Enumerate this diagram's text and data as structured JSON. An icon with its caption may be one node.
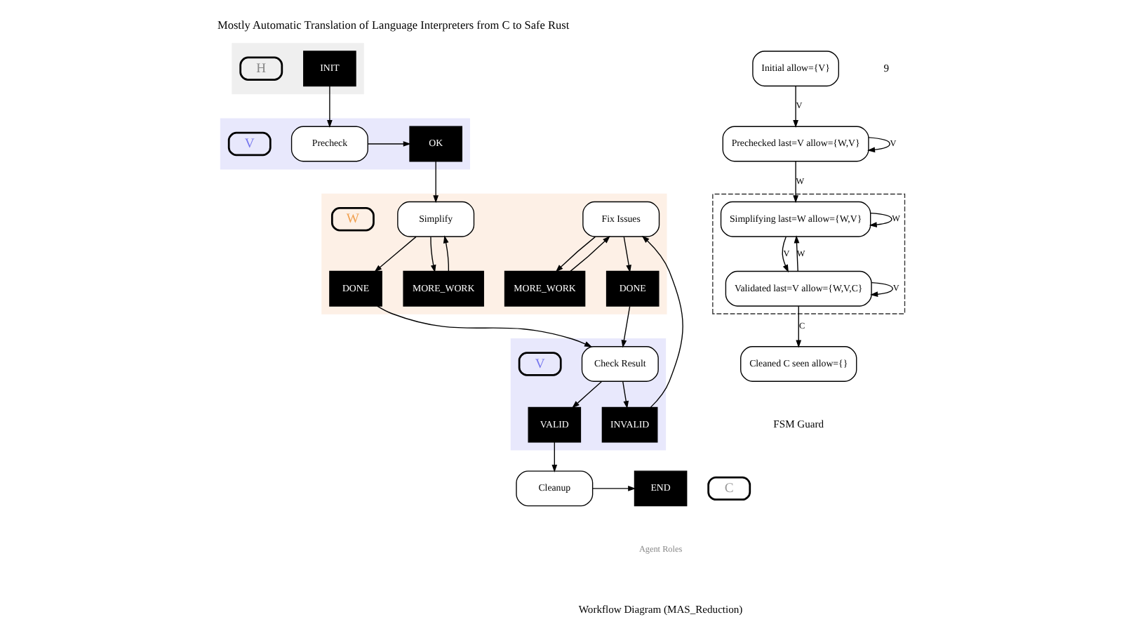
{
  "diagram": {
    "title": "Mostly Automatic Translation of Language Interpreters from C to Safe Rust",
    "nodes": [
      {
        "text": [],
        "shape": "band"
      },
      {
        "text": [
          "INIT"
        ],
        "in": 0
      },
      {
        "text": [
          "H"
        ],
        "in": 0
      },
      {
        "text": [],
        "shape": "band"
      },
      {
        "text": [
          "Precheck"
        ],
        "in": 3
      },
      {
        "text": [
          "OK"
        ],
        "in": 3
      },
      {
        "text": [
          "V"
        ],
        "in": 3
      },
      {
        "text": [],
        "shape": "band"
      },
      {
        "text": [
          "Simplify"
        ],
        "in": 7
      },
      {
        "text": [
          "MORE_WORK"
        ],
        "in": 7
      },
      {
        "text": [
          "DONE"
        ],
        "in": 7
      },
      {
        "text": [
          "Fix Issues"
        ],
        "in": 7
      },
      {
        "text": [
          "MORE_WORK"
        ],
        "in": 7
      },
      {
        "text": [
          "DONE"
        ],
        "in": 7
      },
      {
        "text": [
          "W"
        ],
        "in": 7
      },
      {
        "text": [],
        "shape": "band"
      },
      {
        "text": [
          "Check Result"
        ],
        "in": 15
      },
      {
        "text": [
          "INVALID"
        ],
        "in": 15
      },
      {
        "text": [
          "VALID"
        ],
        "in": 15
      },
      {
        "text": [
          "V"
        ],
        "in": 15
      },
      {
        "text": [
          "Cleanup"
        ]
      },
      {
        "text": [
          "END"
        ]
      },
      {
        "text": [
          "C"
        ]
      },
      {
        "text": [
          "Initial allow={V}"
        ]
      },
      {
        "text": [
          "Prechecked last=V allow={W,V}"
        ]
      },
      {
        "text": [],
        "shape": "box"
      },
      {
        "text": [
          "Simplifying last=W allow={W,V}"
        ],
        "in": 25
      },
      {
        "text": [
          "Validated last=V allow={W,V,C}"
        ],
        "in": 25
      },
      {
        "text": [
          "Cleaned C seen allow={}"
        ]
      }
    ],
    "edges": [
      {
        "from": 1,
        "to": 4,
        "arrow": "to"
      },
      {
        "from": 4,
        "to": 5,
        "arrow": "to"
      },
      {
        "from": 5,
        "to": 8,
        "arrow": "to"
      },
      {
        "from": 8,
        "to": 9,
        "arrow": "to"
      },
      {
        "from": 8,
        "to": 10,
        "arrow": "to"
      },
      {
        "from": 9,
        "to": 8,
        "arrow": "to"
      },
      {
        "from": 10,
        "to": 16,
        "arrow": "to"
      },
      {
        "from": 11,
        "to": 12,
        "arrow": "to"
      },
      {
        "from": 11,
        "to": 13,
        "arrow": "to"
      },
      {
        "from": 12,
        "to": 11,
        "arrow": "to"
      },
      {
        "from": 13,
        "to": 16,
        "arrow": "to"
      },
      {
        "from": 16,
        "to": 17,
        "arrow": "to"
      },
      {
        "from": 16,
        "to": 18,
        "arrow": "to"
      },
      {
        "from": 17,
        "to": 11,
        "arrow": "to"
      },
      {
        "from": 18,
        "to": 20,
        "arrow": "to"
      },
      {
        "from": 20,
        "to": 21,
        "arrow": "to"
      },
      {
        "from": 23,
        "to": 24,
        "arrow": "to",
        "label": "V"
      },
      {
        "from": 24,
        "to": 24,
        "arrow": "to",
        "label": "V"
      },
      {
        "from": 24,
        "to": 26,
        "arrow": "to",
        "label": "W"
      },
      {
        "from": 26,
        "to": 26,
        "arrow": "to",
        "label": "W"
      },
      {
        "from": 26,
        "to": 27,
        "arrow": "to",
        "label": "V"
      },
      {
        "from": 27,
        "to": 27,
        "arrow": "to",
        "label": "V"
      },
      {
        "from": 27,
        "to": 26,
        "arrow": "to",
        "label": "W"
      },
      {
        "from": 27,
        "to": 28,
        "arrow": "to",
        "label": "C"
      }
    ],
    "labels": [
      "9",
      "Agent Roles",
      "Workflow Diagram (MAS_Reduction)",
      "FSM Guard"
    ]
  }
}
